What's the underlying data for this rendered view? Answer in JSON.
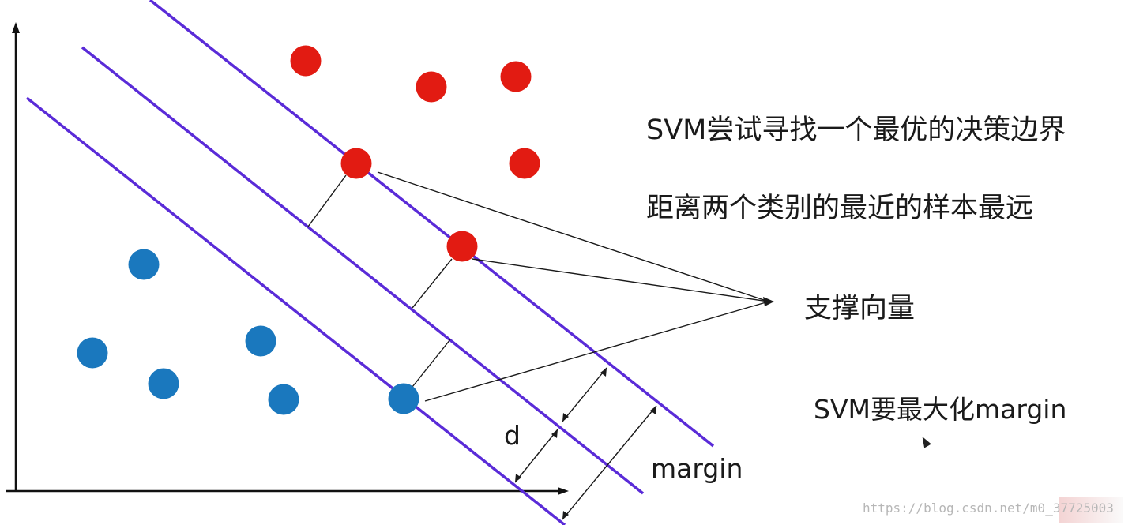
{
  "texts": {
    "statement1": "SVM尝试寻找一个最优的决策边界",
    "statement2": "距离两个类别的最近的样本最远",
    "support_vectors": "支撑向量",
    "maximize": "SVM要最大化margin",
    "d_label": "d",
    "margin_label": "margin",
    "watermark": "https://blog.csdn.net/m0_37725003"
  },
  "colors": {
    "class_red": "#e21b12",
    "class_blue": "#1a78be",
    "boundary": "#5a2bd8",
    "connector": "#1a1a1a",
    "axis": "#111111"
  },
  "points": {
    "red": [
      {
        "role": "sample"
      },
      {
        "role": "sample"
      },
      {
        "role": "sample"
      },
      {
        "role": "sample"
      },
      {
        "role": "support_vector"
      },
      {
        "role": "support_vector"
      }
    ],
    "blue": [
      {
        "role": "sample"
      },
      {
        "role": "sample"
      },
      {
        "role": "sample"
      },
      {
        "role": "sample"
      },
      {
        "role": "sample"
      },
      {
        "role": "support_vector"
      }
    ]
  },
  "lines": [
    "upper margin boundary",
    "decision boundary",
    "lower margin boundary"
  ]
}
